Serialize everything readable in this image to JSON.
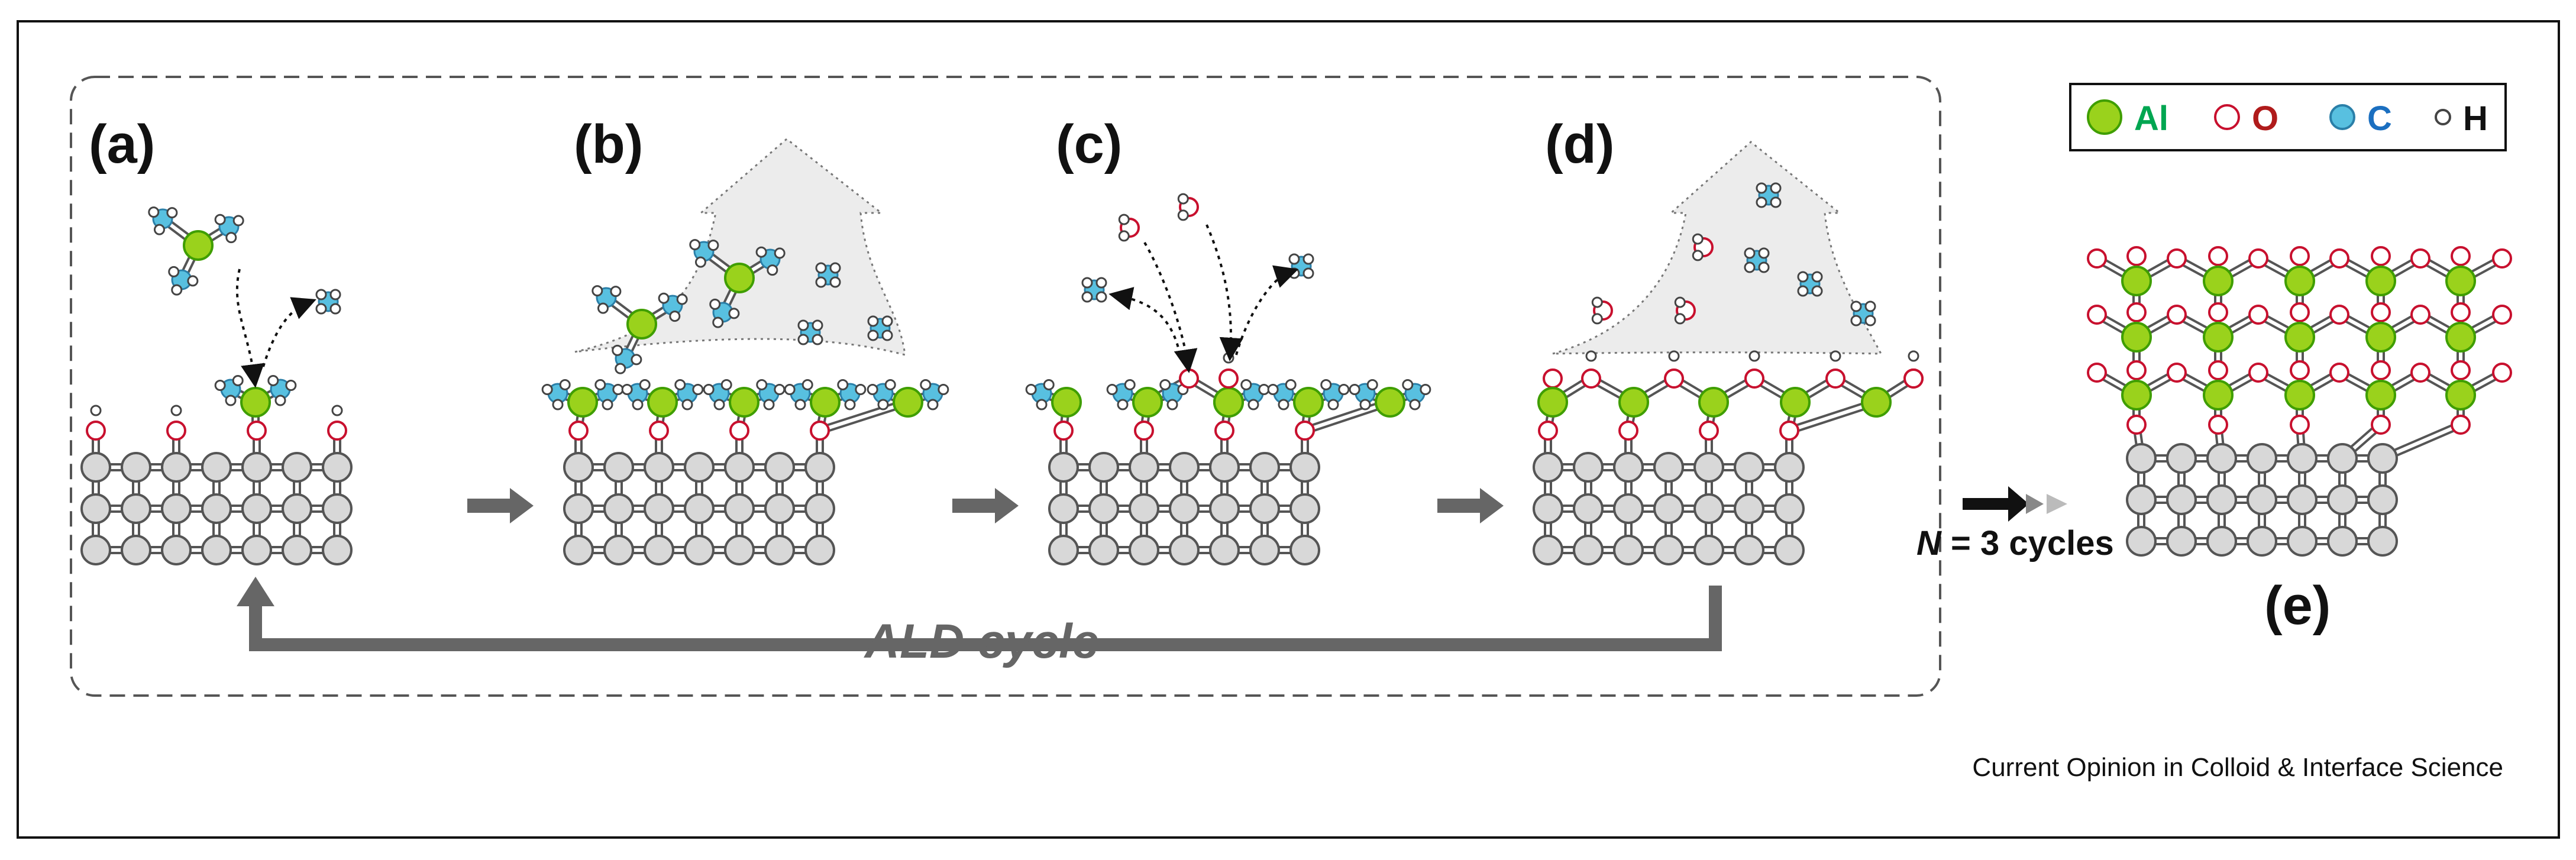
{
  "panels": {
    "a": "(a)",
    "b": "(b)",
    "c": "(c)",
    "d": "(d)",
    "e": "(e)"
  },
  "cycle_label": "ALD  cycle",
  "cycles": {
    "n": "N",
    "rest": " = 3 cycles"
  },
  "legend": [
    {
      "symbol": "Al",
      "color": "#00a651",
      "fill": "#9ad21c",
      "stroke": "#3f9e00",
      "icon": "aluminum-atom-icon"
    },
    {
      "symbol": "O",
      "color": "#b01b1b",
      "fill": "#ffffff",
      "stroke": "#c8102e",
      "icon": "oxygen-atom-icon"
    },
    {
      "symbol": "C",
      "color": "#1b6fc0",
      "fill": "#58c0e0",
      "stroke": "#2a7fa8",
      "icon": "carbon-atom-icon"
    },
    {
      "symbol": "H",
      "color": "#111111",
      "fill": "#ffffff",
      "stroke": "#444444",
      "icon": "hydrogen-atom-icon"
    }
  ],
  "source": "Current Opinion in Colloid & Interface Science",
  "colors": {
    "substrate_fill": "#d8d8d8",
    "substrate_stroke": "#555555",
    "arrow_gray": "#666666",
    "plume": "#ececec"
  }
}
